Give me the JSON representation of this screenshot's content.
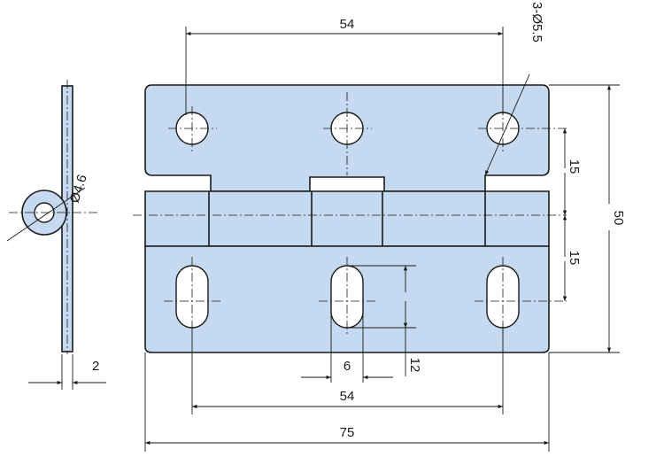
{
  "drawing": {
    "hole_spec": "3-Ø5.5",
    "pin_diameter": "Ø4.6",
    "thickness": "2",
    "top_pitch": "54",
    "bottom_pitch": "54",
    "overall_width": "75",
    "overall_height": "50",
    "upper_offset": "15",
    "lower_offset": "15",
    "slot_width": "6",
    "slot_length": "12",
    "colors": {
      "plate_fill": "#c5d9f1",
      "line": "#1a1a1a"
    }
  }
}
